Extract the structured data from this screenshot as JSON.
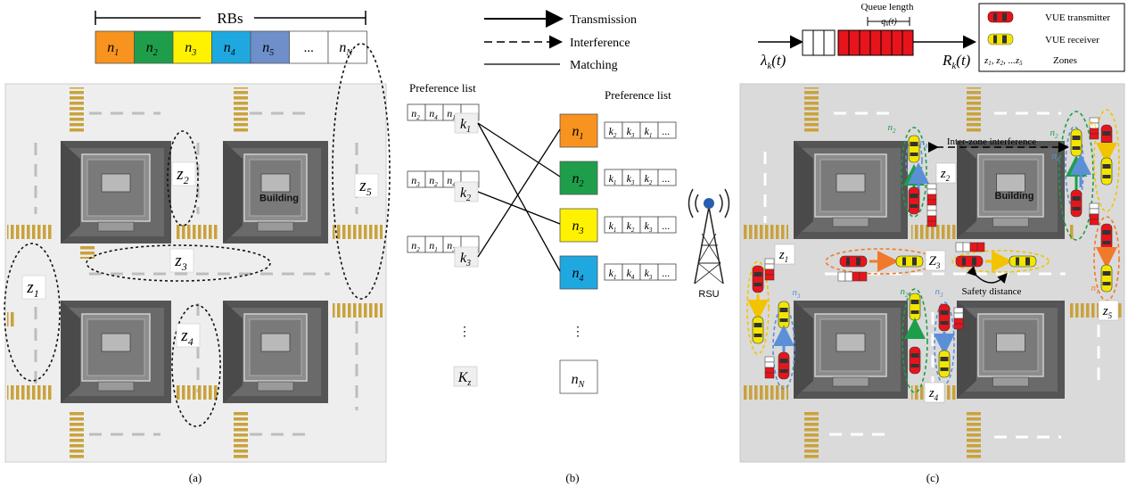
{
  "panel_a": {
    "rb_header": "RBs",
    "rbs": [
      {
        "name": "n",
        "sub": "1",
        "color": "#F7931E"
      },
      {
        "name": "n",
        "sub": "2",
        "color": "#1E9E4A"
      },
      {
        "name": "n",
        "sub": "3",
        "color": "#FFF200"
      },
      {
        "name": "n",
        "sub": "4",
        "color": "#1FA8E0"
      },
      {
        "name": "n",
        "sub": "5",
        "color": "#6E8FC9"
      },
      {
        "name": "...",
        "sub": "",
        "color": "#FFFFFF"
      },
      {
        "name": "n",
        "sub": "N",
        "color": "#FFFFFF"
      }
    ],
    "zones": [
      {
        "name": "z",
        "sub": "1"
      },
      {
        "name": "z",
        "sub": "2"
      },
      {
        "name": "z",
        "sub": "3"
      },
      {
        "name": "z",
        "sub": "4"
      },
      {
        "name": "z",
        "sub": "5"
      }
    ],
    "caption": "(a)"
  },
  "panel_b": {
    "legend": [
      "Transmission",
      "Interference",
      "Matching"
    ],
    "left_title": "Preference list",
    "right_title": "Preference list",
    "left_lists": [
      {
        "items": [
          "n2",
          "n4",
          "n1",
          "..."
        ],
        "node": "k1"
      },
      {
        "items": [
          "n3",
          "n2",
          "n4",
          "..."
        ],
        "node": "k2"
      },
      {
        "items": [
          "n2",
          "n1",
          "n3",
          "..."
        ],
        "node": "k3"
      }
    ],
    "left_last": "Kz",
    "right_nodes": [
      {
        "name": "n1",
        "color": "#F7931E",
        "items": [
          "k2",
          "k3",
          "k1",
          "..."
        ]
      },
      {
        "name": "n2",
        "color": "#1E9E4A",
        "items": [
          "k1",
          "k3",
          "k2",
          "..."
        ]
      },
      {
        "name": "n3",
        "color": "#FFF200",
        "items": [
          "k1",
          "k2",
          "k3",
          "..."
        ]
      },
      {
        "name": "n4",
        "color": "#1FA8E0",
        "items": [
          "k1",
          "k4",
          "k3",
          "..."
        ]
      }
    ],
    "right_last": "nN",
    "vdots": "⋮",
    "rsu": "RSU",
    "caption": "(b)"
  },
  "panel_c": {
    "queue_label": "Queue length",
    "queue_var": "q_k(t)",
    "arrival": "λ_k(t)",
    "service": "R_k(t)",
    "legend": {
      "transmitter": "VUE transmitter",
      "receiver": "VUE receiver",
      "zones_sym": "z1, z2, ...z5",
      "zones": "Zones"
    },
    "inter_zone": "Inter-zone interference",
    "safety": "Safety distance",
    "building": "Building",
    "zone_labels": [
      "z1",
      "z2",
      "Z3",
      "z4",
      "z5"
    ],
    "caption": "(c)"
  },
  "building_label": "Building"
}
